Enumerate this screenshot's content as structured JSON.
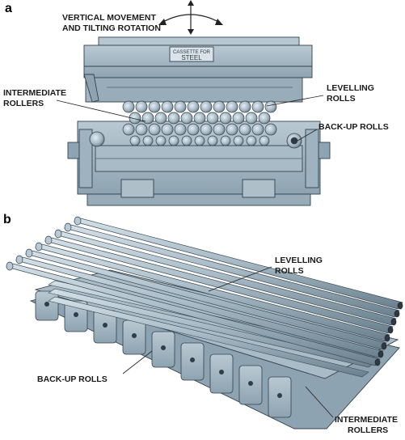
{
  "panel_a": {
    "letter": "a",
    "labels": {
      "vertical_movement_line1": "VERTICAL MOVEMENT",
      "vertical_movement_line2": "AND TILTING ROTATION",
      "intermediate_line1": "INTERMEDIATE",
      "intermediate_line2": "ROLLERS",
      "levelling_line1": "LEVELLING",
      "levelling_line2": "ROLLS",
      "backup": "BACK-UP ROLLS"
    },
    "plate": {
      "line1": "CASSETTE FOR",
      "line2": "STEEL"
    }
  },
  "panel_b": {
    "letter": "b",
    "labels": {
      "levelling_line1": "LEVELLING",
      "levelling_line2": "ROLLS",
      "backup": "BACK-UP ROLLS",
      "intermediate_line1": "INTERMEDIATE",
      "intermediate_line2": "ROLLERS"
    }
  },
  "colors": {
    "machine_fill": "#a6b8c4",
    "machine_dark": "#6f8593",
    "machine_light": "#c9d6de",
    "outline": "#34424c"
  }
}
